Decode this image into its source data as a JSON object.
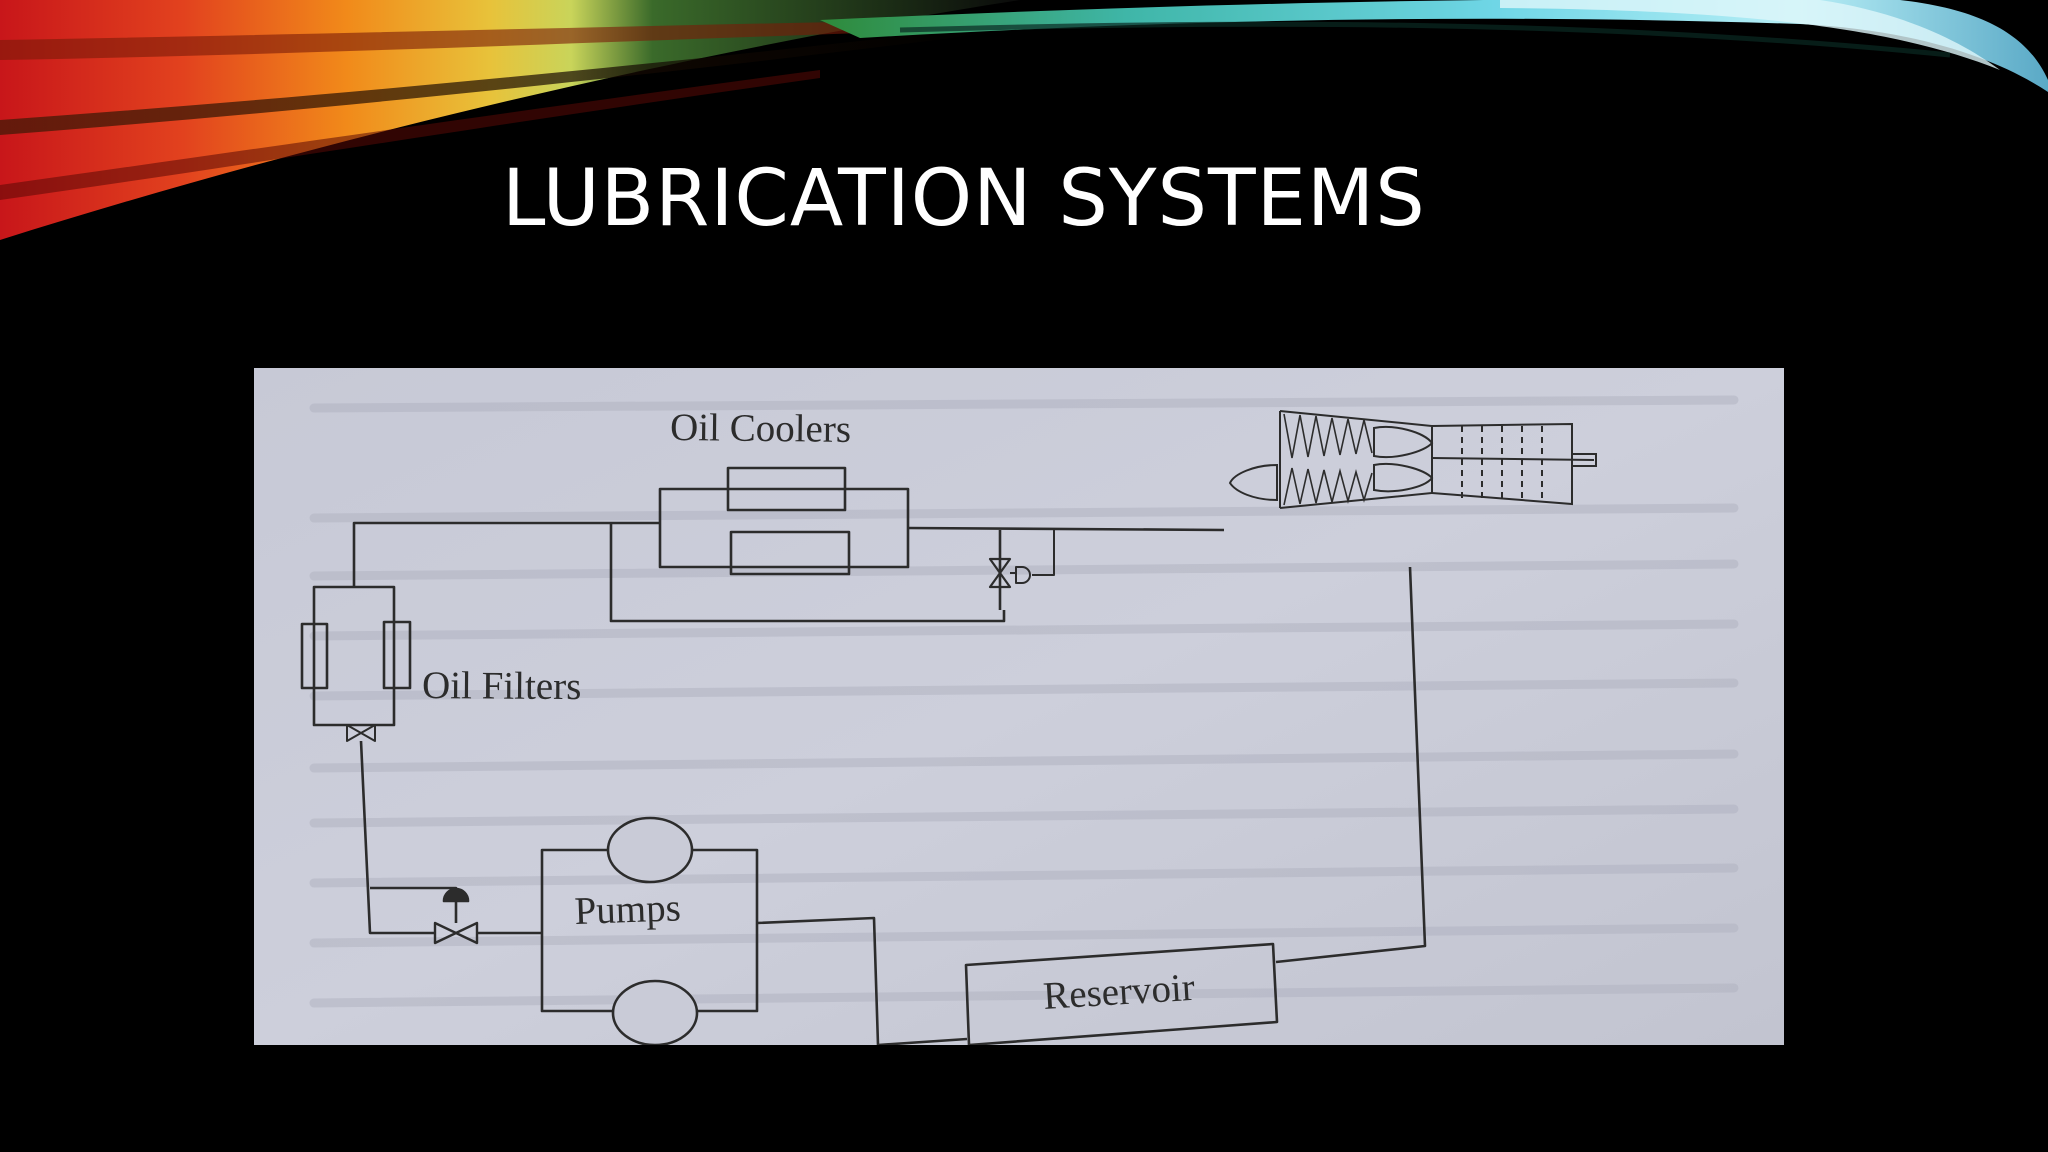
{
  "slide": {
    "title": "LUBRICATION SYSTEMS"
  },
  "diagram": {
    "labels": {
      "oil_coolers": "Oil Coolers",
      "oil_filters": "Oil Filters",
      "pumps": "Pumps",
      "reservoir": "Reservoir"
    }
  },
  "colors": {
    "background": "#000000",
    "title": "#ffffff",
    "paper": "#c9cbd8",
    "ink": "#2c2c2c"
  }
}
